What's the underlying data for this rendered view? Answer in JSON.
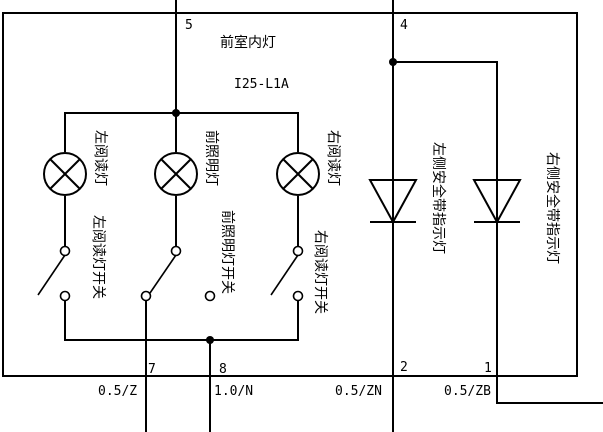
{
  "module": {
    "title": "前室内灯",
    "code": "I25-L1A"
  },
  "components": {
    "lamp_left": "左阅读灯",
    "lamp_front": "前照明灯",
    "lamp_right": "右阅读灯",
    "switch_left": "左阅读灯开关",
    "switch_front": "前照明灯开关",
    "switch_right": "右阅读灯开关",
    "diode_left": "左侧安全带指示灯",
    "diode_right": "右侧安全带指示灯"
  },
  "pins": {
    "p5": "5",
    "p4": "4",
    "p7": "7",
    "p8": "8",
    "p2": "2",
    "p1": "1"
  },
  "wires": {
    "w7": "0.5/Z",
    "w8": "1.0/N",
    "w2": "0.5/ZN",
    "w1": "0.5/ZB"
  }
}
